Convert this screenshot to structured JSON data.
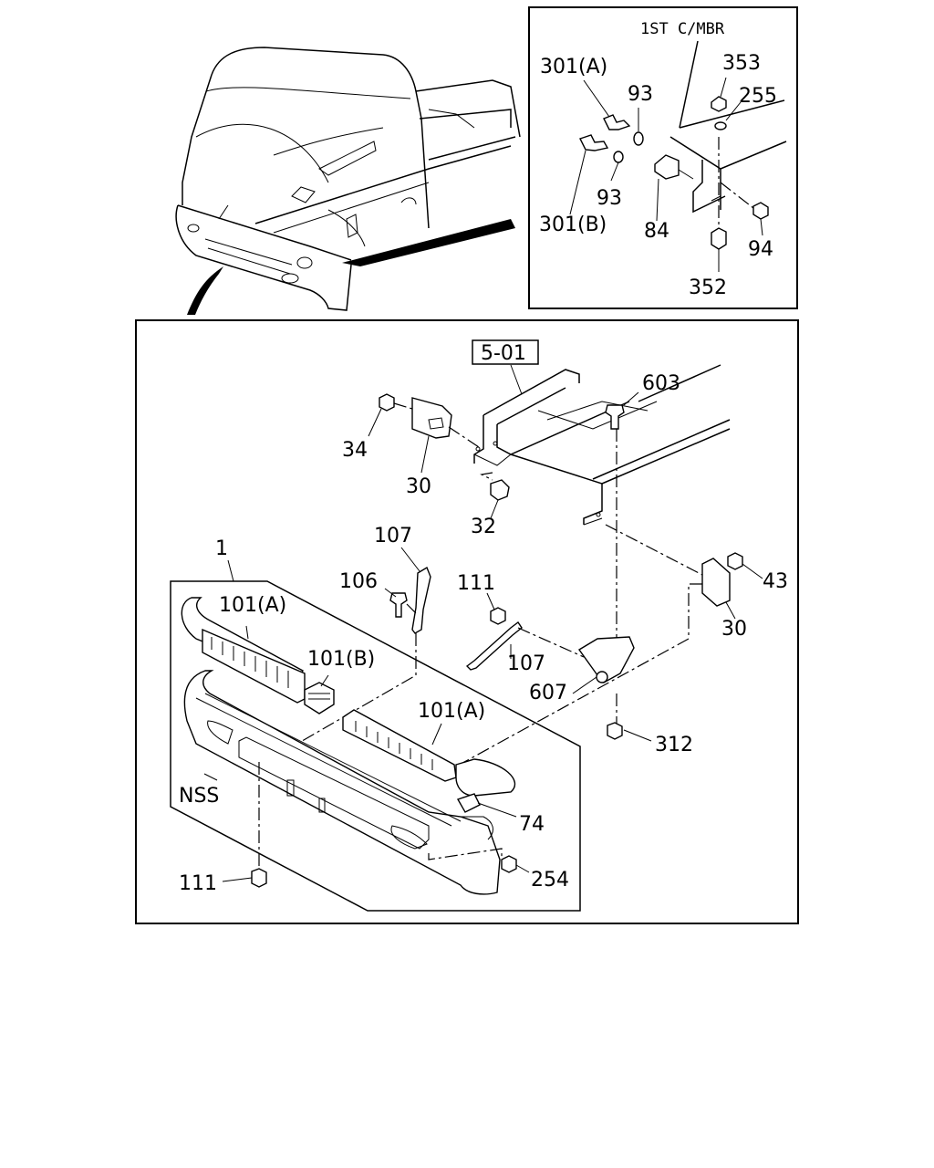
{
  "inset": {
    "header": "1ST C/MBR",
    "labels": {
      "p301a": "301(A)",
      "p93a": "93",
      "p353": "353",
      "p255": "255",
      "p93b": "93",
      "p301b": "301(B)",
      "p84": "84",
      "p94": "94",
      "p352": "352"
    }
  },
  "main": {
    "ref_box": "5-01",
    "labels": {
      "p603": "603",
      "p34": "34",
      "p30a": "30",
      "p32": "32",
      "p107a": "107",
      "p1": "1",
      "p106": "106",
      "p111a": "111",
      "p43": "43",
      "p30b": "30",
      "p101a1": "101(A)",
      "p101b": "101(B)",
      "p107b": "107",
      "p607": "607",
      "p101a2": "101(A)",
      "p312": "312",
      "nss": "NSS",
      "p74": "74",
      "p111b": "111",
      "p254": "254"
    }
  }
}
